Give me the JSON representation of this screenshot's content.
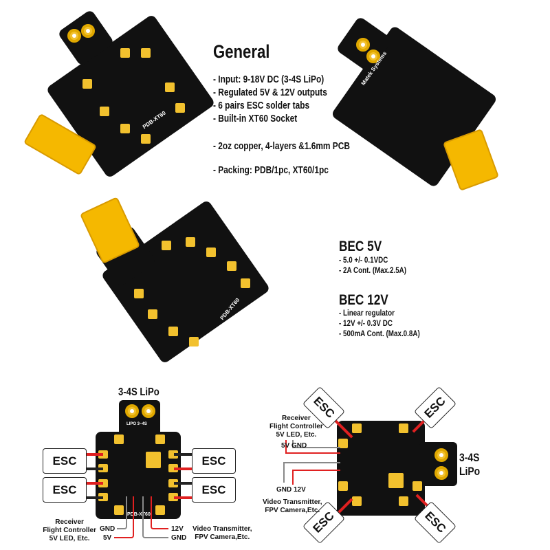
{
  "general": {
    "title": "General",
    "lines": [
      "- Input: 9-18V DC (3-4S LiPo)",
      "- Regulated 5V & 12V outputs",
      "- 6 pairs ESC solder tabs",
      "- Built-in XT60 Socket",
      "- 2oz copper, 4-layers &1.6mm PCB",
      "- Packing: PDB/1pc, XT60/1pc"
    ]
  },
  "bec5": {
    "title": "BEC 5V",
    "lines": [
      "- 5.0 +/- 0.1VDC",
      "- 2A Cont. (Max.2.5A)"
    ]
  },
  "bec12": {
    "title": "BEC 12V",
    "lines": [
      "- Linear regulator",
      "- 12V +/- 0.3V DC",
      "- 500mA Cont. (Max.0.8A)"
    ]
  },
  "board": {
    "model": "PDB-XT60",
    "brand": "Matek Systems",
    "lipo_silk": "LIPO 3~4S"
  },
  "diagram1": {
    "title": "3-4S LiPo",
    "esc": "ESC",
    "left_label": [
      "Receiver",
      "Flight Controller",
      "5V LED, Etc."
    ],
    "gnd": "GND",
    "v5": "5V",
    "v12": "12V",
    "gnd2": "GND",
    "right_label": [
      "Video Transmitter,",
      "FPV Camera,Etc."
    ]
  },
  "diagram2": {
    "title": [
      "3-4S",
      "LiPo"
    ],
    "esc": "ESC",
    "top_label": [
      "Receiver",
      "Flight Controller",
      "5V LED, Etc."
    ],
    "top_pins": "5V GND",
    "bottom_pins": "GND 12V",
    "bottom_label": [
      "Video Transmitter,",
      "FPV Camera,Etc."
    ]
  },
  "colors": {
    "pcb": "#111111",
    "pad": "#f2c12e",
    "wire_red": "#e02020",
    "wire_gray": "#888888"
  }
}
